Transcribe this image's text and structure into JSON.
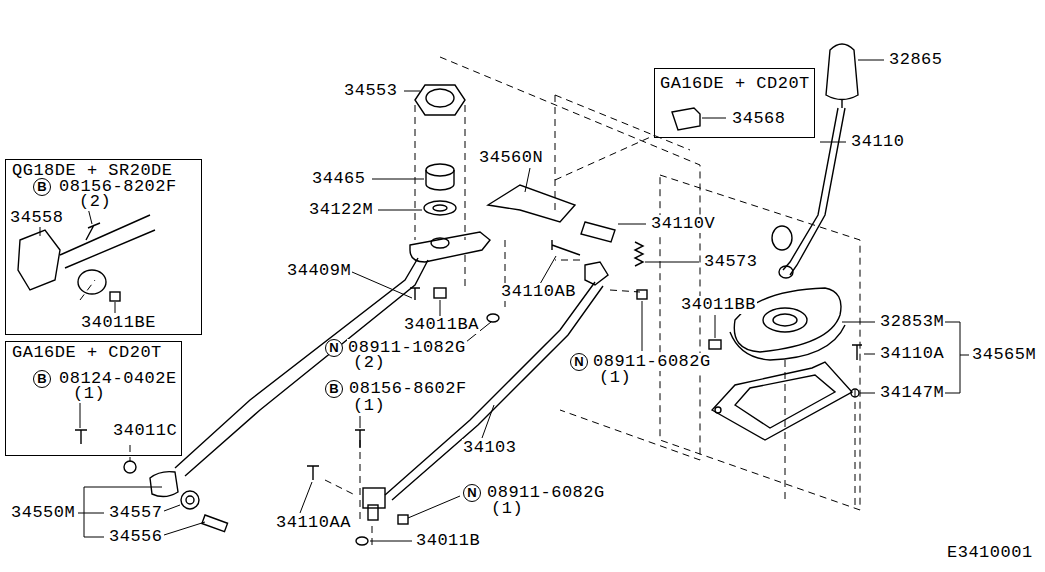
{
  "diagram": {
    "nodes": [
      {
        "text": [
          "GA16DE + CD20T",
          "34568"
        ]
      },
      {
        "text": [
          "QG18DE + SR20DE",
          "B",
          "08156-8202F",
          "(2)",
          "34558",
          "34011BE"
        ]
      },
      {
        "text": [
          "GA16DE + CD20T",
          "B",
          "08124-0402E",
          "(1)",
          "34011C"
        ]
      }
    ],
    "edges": [],
    "labels": [
      "32865",
      "34553",
      "34110",
      "34560N",
      "34465",
      "34122M",
      "34110V",
      "34573",
      "34409M",
      "34110AB",
      "34011BB",
      "34011BA",
      "32853M",
      "N",
      "08911-1082G",
      "(2)",
      "34110A",
      "34565M",
      "N",
      "08911-6082G",
      "(1)",
      "34147M",
      "B",
      "08156-8602F",
      "(1)",
      "34103",
      "N",
      "08911-6082G",
      "(1)",
      "34550M",
      "34557",
      "34110AA",
      "34556",
      "34011B",
      "E3410001"
    ]
  }
}
